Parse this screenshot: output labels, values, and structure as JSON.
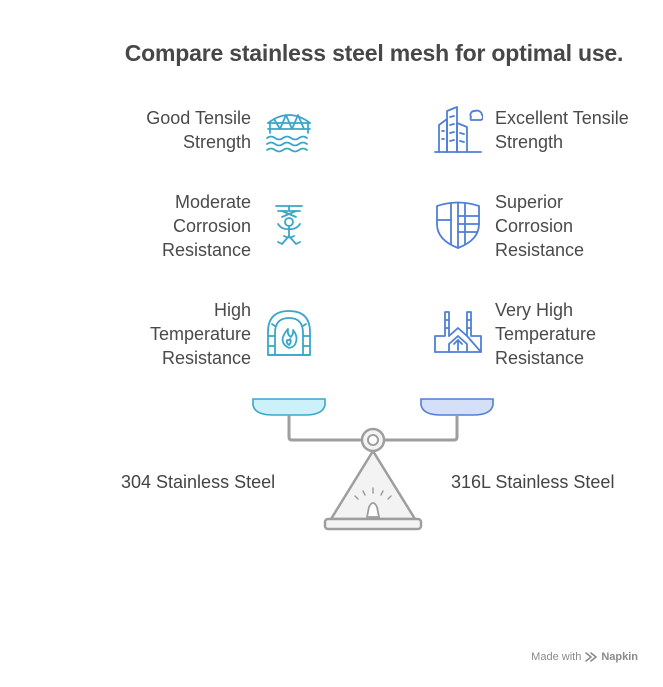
{
  "title": "Compare stainless steel mesh for optimal use.",
  "left": {
    "name": "304 Stainless Steel",
    "color": "#3aa7c8",
    "features": [
      {
        "lines": [
          "Good Tensile",
          "Strength"
        ],
        "icon": "bridge-icon"
      },
      {
        "lines": [
          "Moderate",
          "Corrosion",
          "Resistance"
        ],
        "icon": "person-drone-icon"
      },
      {
        "lines": [
          "High",
          "Temperature",
          "Resistance"
        ],
        "icon": "furnace-icon"
      }
    ]
  },
  "right": {
    "name": "316L Stainless Steel",
    "color": "#4f7fd6",
    "features": [
      {
        "lines": [
          "Excellent Tensile",
          "Strength"
        ],
        "icon": "skyscraper-icon"
      },
      {
        "lines": [
          "Superior",
          "Corrosion",
          "Resistance"
        ],
        "icon": "shield-icon"
      },
      {
        "lines": [
          "Very High",
          "Temperature",
          "Resistance"
        ],
        "icon": "factory-icon"
      }
    ]
  },
  "brand": {
    "prefix": "Made with",
    "name": "Napkin"
  }
}
